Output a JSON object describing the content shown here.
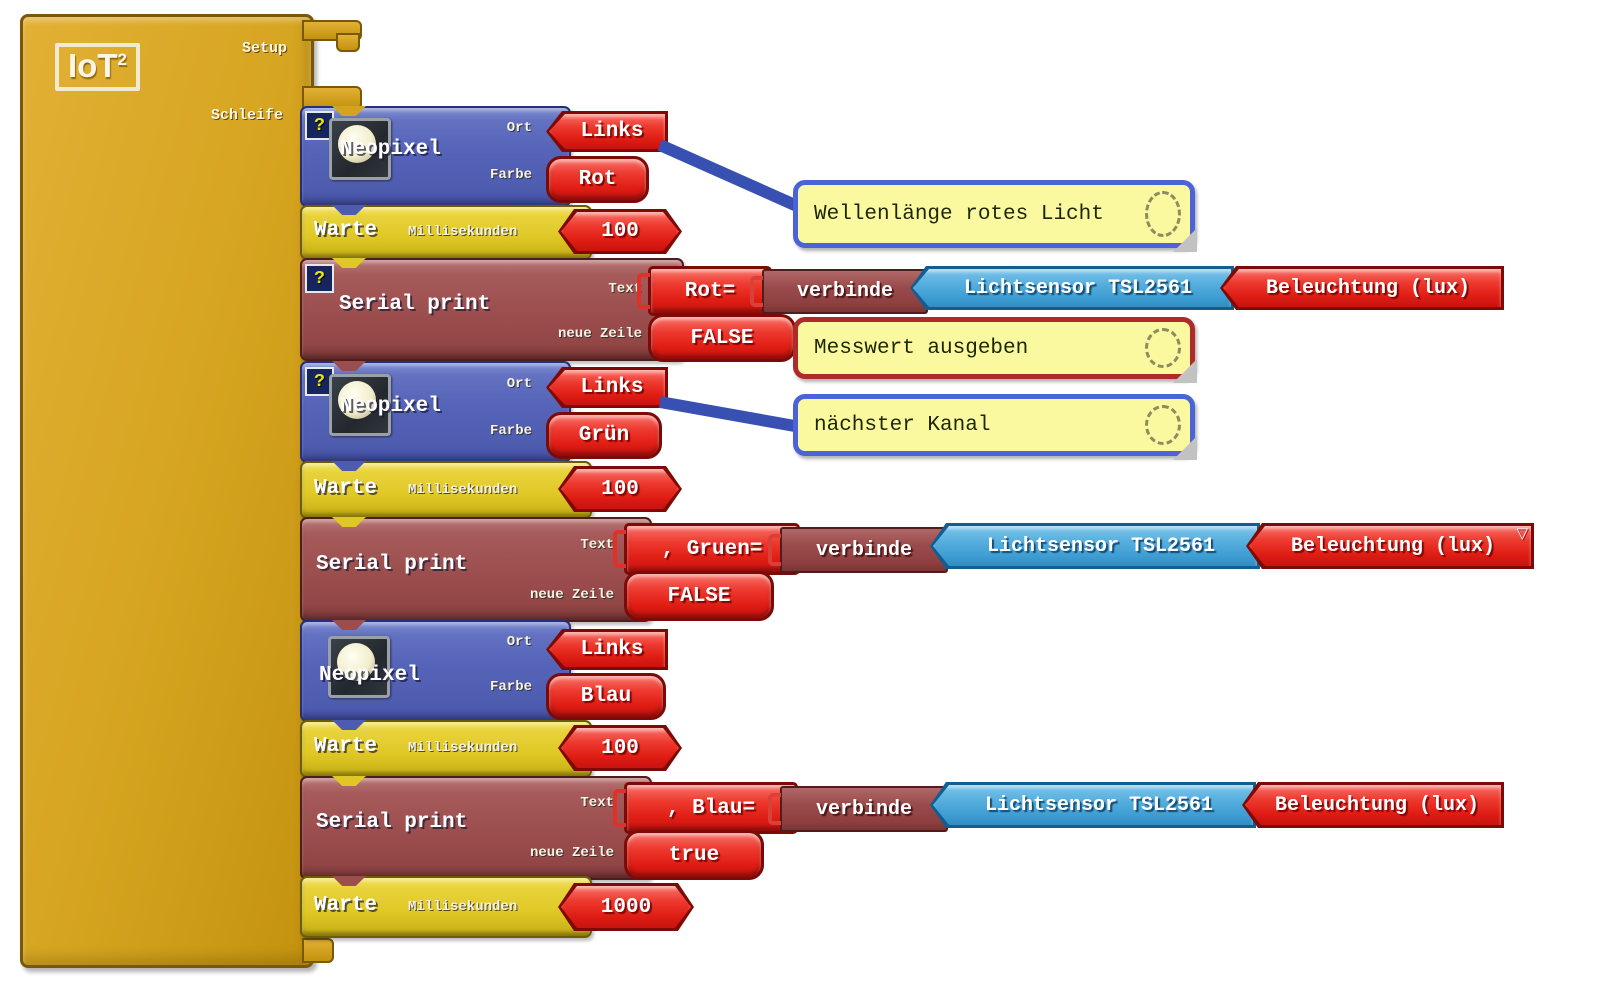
{
  "glyphs": {
    "help": "?",
    "dropdown": "▽",
    "logo_sup": "2"
  },
  "main_block": {
    "logo": "IoT",
    "setup_label": "Setup",
    "loop_label": "Schleife"
  },
  "labels": {
    "ort": "Ort",
    "farbe": "Farbe",
    "ms": "Millisekunden",
    "text": "Text",
    "newline": "neue Zeile"
  },
  "blocks": {
    "np1": {
      "title": "Neopixel",
      "ort": "Links",
      "farbe": "Rot"
    },
    "wt1": {
      "title": "Warte",
      "ms": "100"
    },
    "sp1": {
      "title": "Serial print",
      "text": "Rot=",
      "glue": "verbinde",
      "sensor": "Lichtsensor TSL2561",
      "measure": "Beleuchtung (lux)",
      "newline": "FALSE"
    },
    "np2": {
      "title": "Neopixel",
      "ort": "Links",
      "farbe": "Grün"
    },
    "wt2": {
      "title": "Warte",
      "ms": "100"
    },
    "sp2": {
      "title": "Serial print",
      "text": ", Gruen=",
      "glue": "verbinde",
      "sensor": "Lichtsensor TSL2561",
      "measure": "Beleuchtung (lux)",
      "newline": "FALSE"
    },
    "np3": {
      "title": "Neopixel",
      "ort": "Links",
      "farbe": "Blau"
    },
    "wt3": {
      "title": "Warte",
      "ms": "100"
    },
    "sp3": {
      "title": "Serial print",
      "text": ", Blau=",
      "glue": "verbinde",
      "sensor": "Lichtsensor TSL2561",
      "measure": "Beleuchtung (lux)",
      "newline": "true"
    },
    "wt4": {
      "title": "Warte",
      "ms": "1000"
    }
  },
  "comments": {
    "c1": "Wellenlänge rotes Licht",
    "c2": "Messwert ausgeben",
    "c3": "nächster Kanal"
  },
  "colors": {
    "main_gold": "#D5A41F",
    "neopixel_blue": "#5563B8",
    "warte_yellow": "#DFC825",
    "serial_maroon": "#9C4E4E",
    "value_red": "#E01E14",
    "sensor_cyan": "#3E9DD2",
    "comment_yellow": "#FAF9A0",
    "comment_border_blue": "#4A63D8",
    "comment_border_red": "#AF2B2B",
    "connector_line_blue": "#3850B2"
  }
}
